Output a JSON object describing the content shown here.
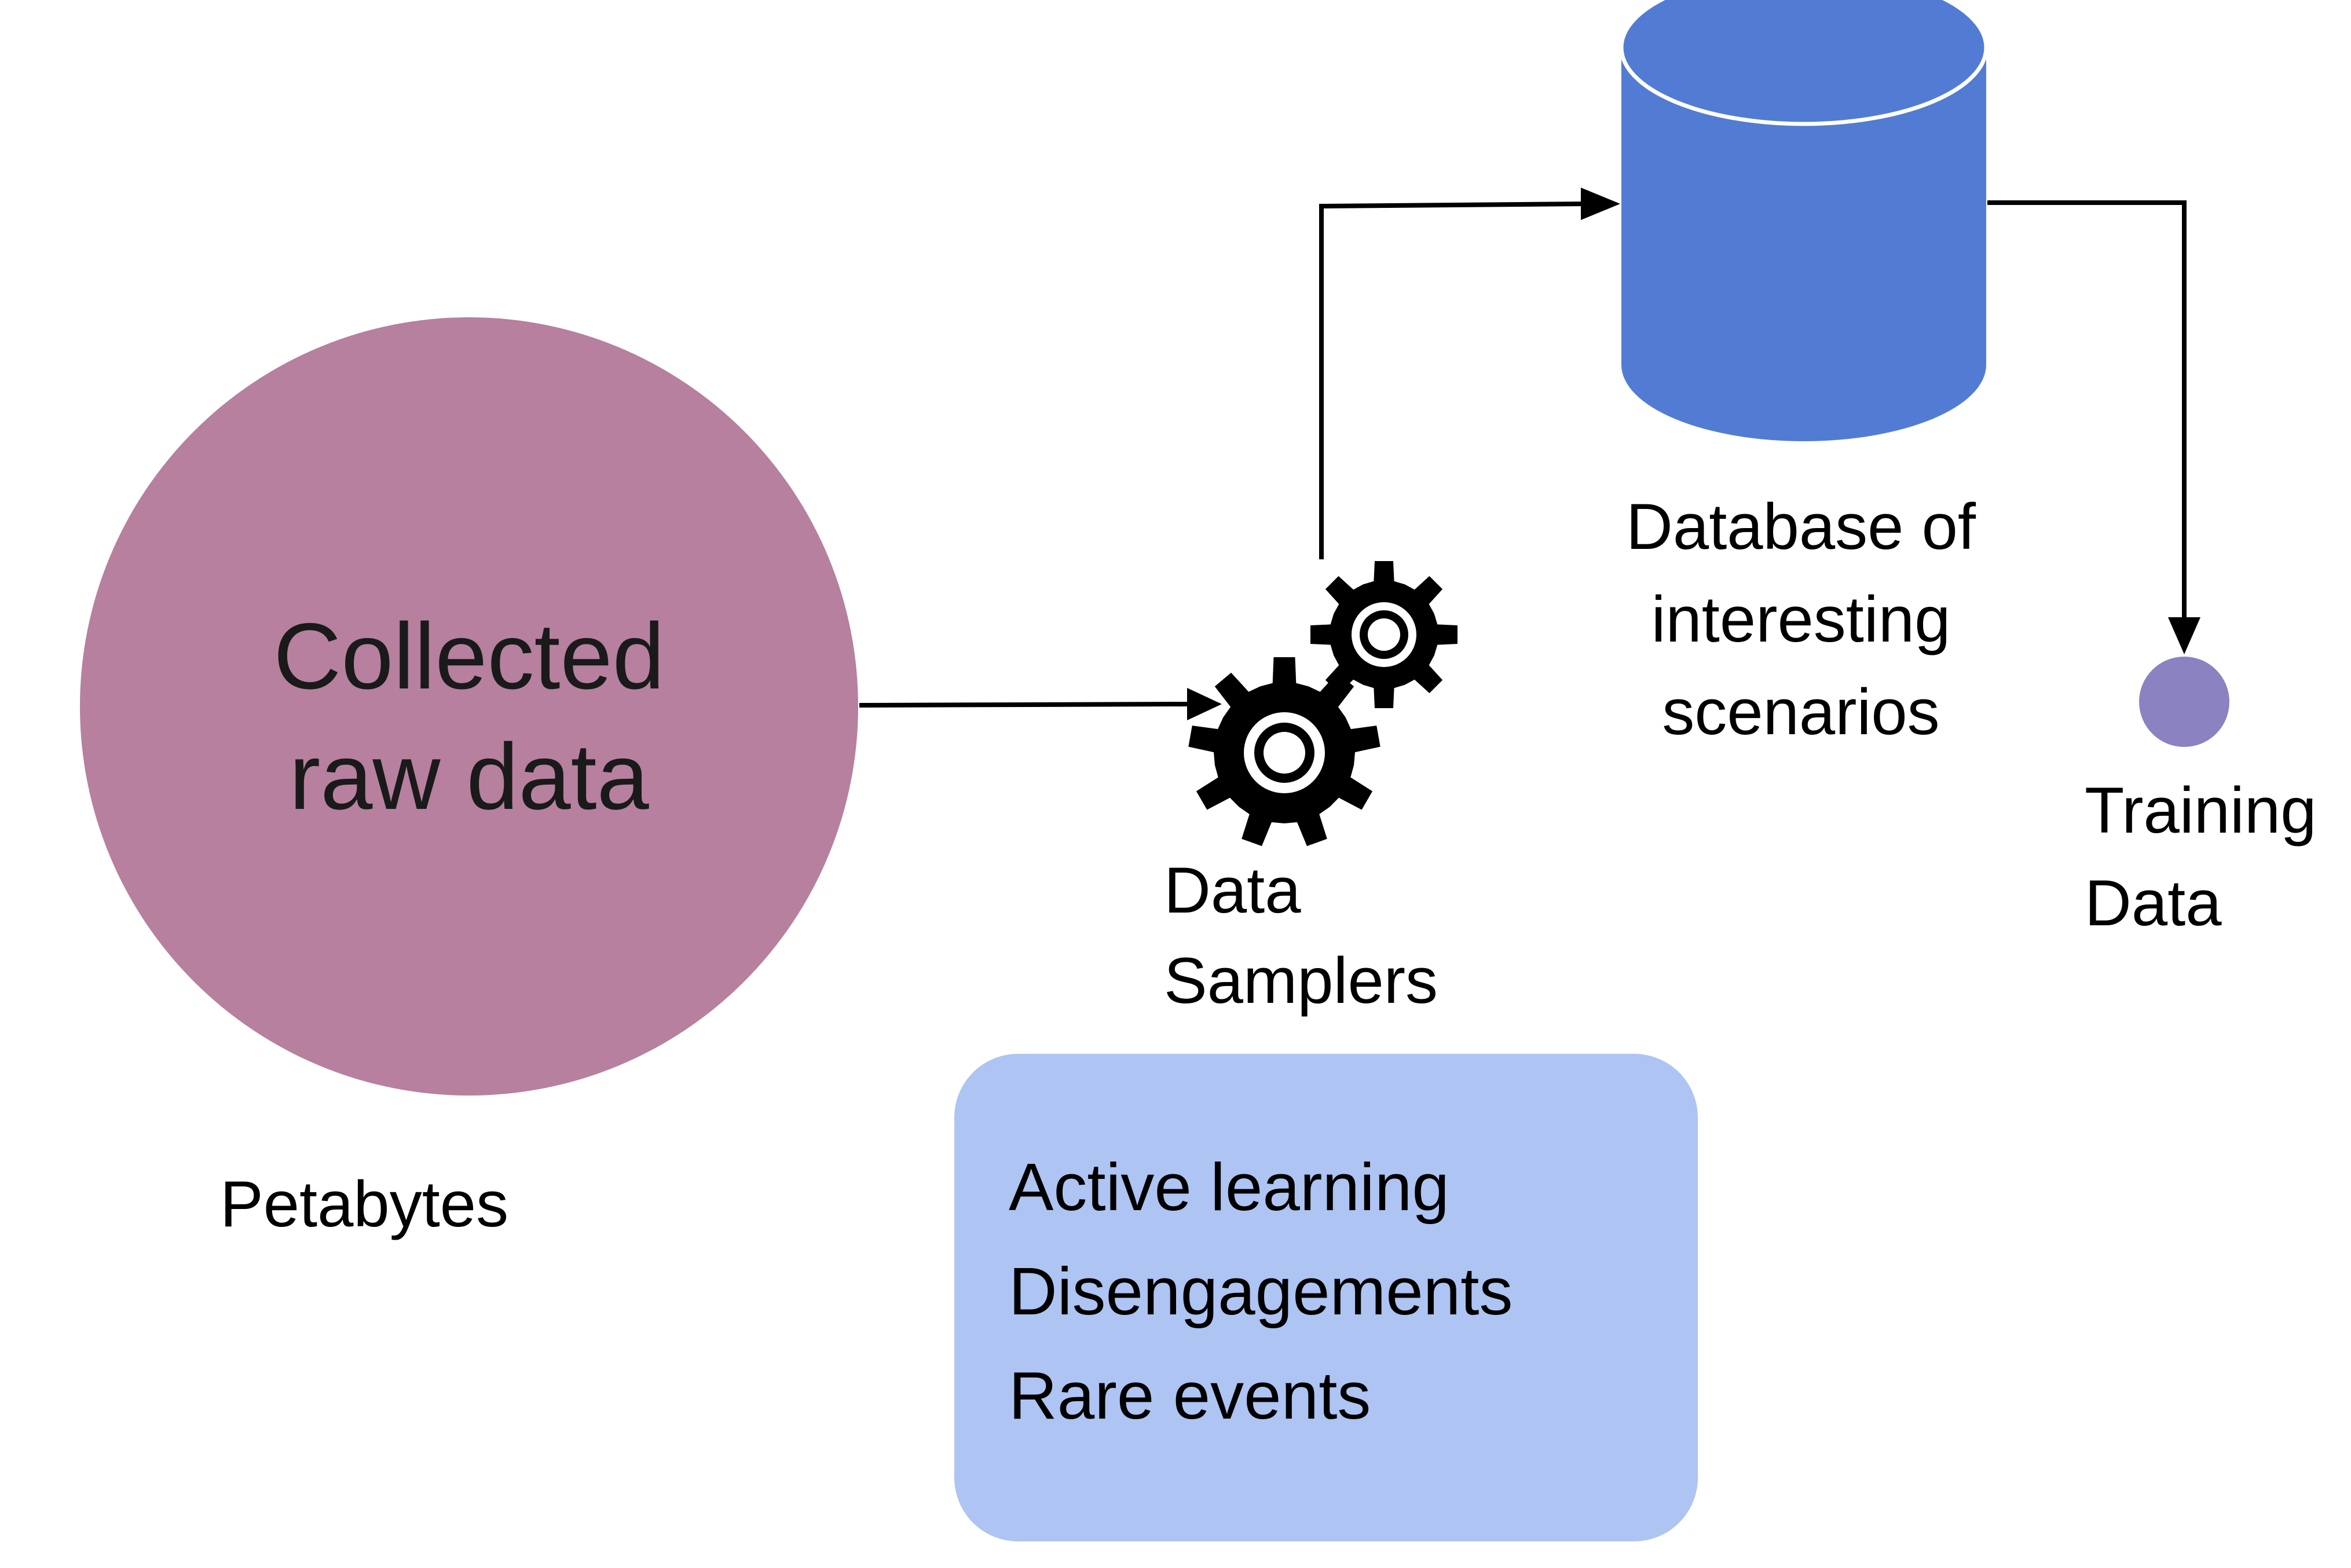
{
  "nodes": {
    "raw_data": {
      "label_lines": [
        "Collected",
        "raw data"
      ],
      "caption": "Petabytes",
      "color": "#b6809e"
    },
    "samplers": {
      "label_lines": [
        "Data",
        "Samplers"
      ],
      "icon": "gears-icon",
      "methods": [
        "Active learning",
        "Disengagements",
        "Rare events"
      ],
      "box_color": "#aec4f2"
    },
    "database": {
      "label_lines": [
        "Database of",
        "interesting",
        "scenarios"
      ],
      "icon": "database-cylinder",
      "color": "#527cd3"
    },
    "training": {
      "label_lines": [
        "Training",
        "Data"
      ],
      "color": "#8b82c2"
    }
  },
  "edges": [
    {
      "from": "raw_data",
      "to": "samplers"
    },
    {
      "from": "samplers",
      "to": "database"
    },
    {
      "from": "database",
      "to": "training"
    }
  ]
}
